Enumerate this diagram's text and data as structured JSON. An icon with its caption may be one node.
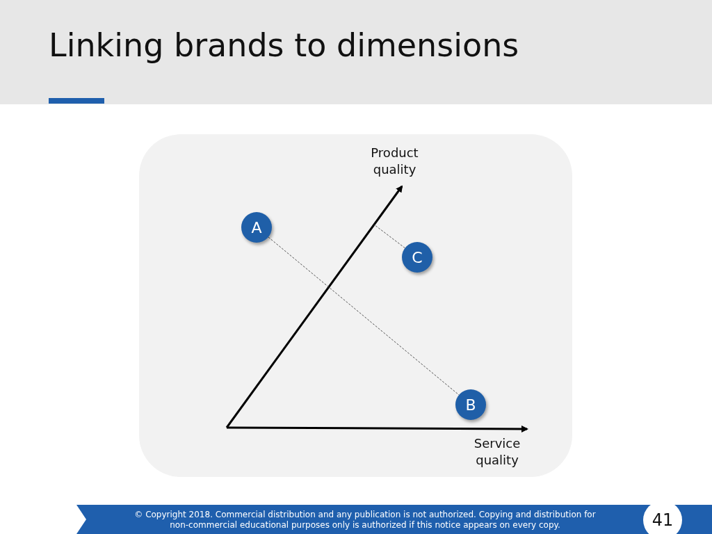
{
  "diagram": {
    "title": "Linking brands to dimensions",
    "nodes": [
      {
        "text": [
          "A"
        ]
      },
      {
        "text": [
          "B"
        ]
      },
      {
        "text": [
          "C"
        ]
      }
    ],
    "edges": [
      {
        "from": 0,
        "to": 1,
        "arrow": "none",
        "style": "dashed"
      },
      {
        "from": 2,
        "to": null,
        "arrow": "none",
        "style": "dashed"
      }
    ],
    "labels": [
      "Product quality",
      "Service quality",
      "© Copyright 2018. Commercial distribution and any publication is not authorized. Copying and distribution for non-commercial educational purposes only is authorized if this notice appears on every copy.",
      "41"
    ]
  }
}
